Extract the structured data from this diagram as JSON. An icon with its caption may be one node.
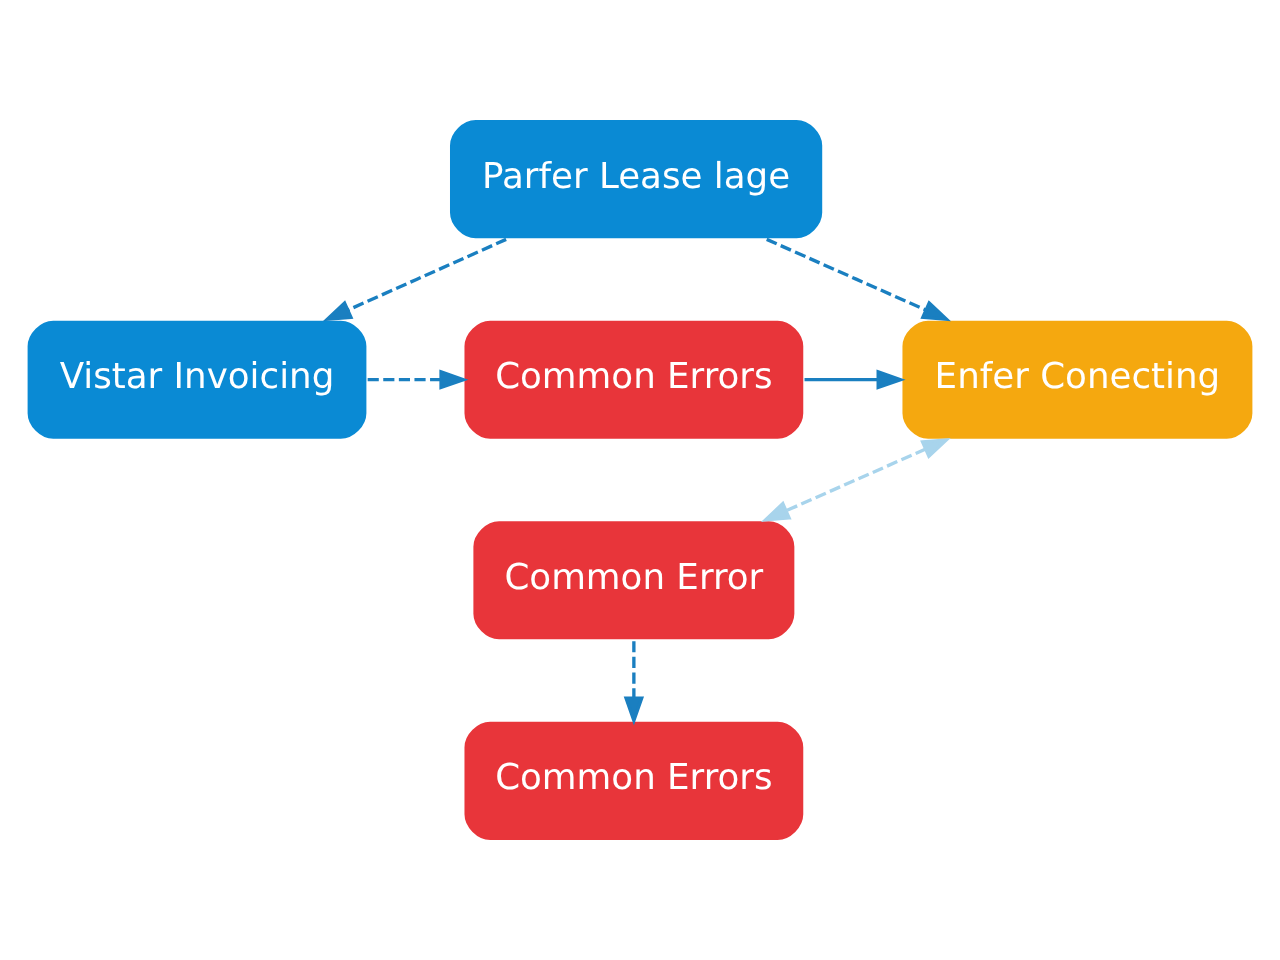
{
  "diagram": {
    "nodes": [
      {
        "text": [
          "Parfer Lease lage"
        ]
      },
      {
        "text": [
          "Vistar Invoicing"
        ]
      },
      {
        "text": [
          "Common Errors"
        ]
      },
      {
        "text": [
          "Enfer Conecting"
        ]
      },
      {
        "text": [
          "Common Error"
        ]
      },
      {
        "text": [
          "Common Errors"
        ]
      }
    ],
    "edges": [
      {
        "from": 0,
        "to": 1,
        "arrow": "to",
        "style": "dashed"
      },
      {
        "from": 0,
        "to": 3,
        "arrow": "to",
        "style": "dashed"
      },
      {
        "from": 1,
        "to": 2,
        "arrow": "to",
        "style": "dashed"
      },
      {
        "from": 2,
        "to": 3,
        "arrow": "to"
      },
      {
        "from": 3,
        "to": 4,
        "arrow": "both",
        "style": "dashed",
        "color": "#a8d4ec"
      },
      {
        "from": 4,
        "to": 5,
        "arrow": "to",
        "style": "dashed"
      }
    ]
  }
}
